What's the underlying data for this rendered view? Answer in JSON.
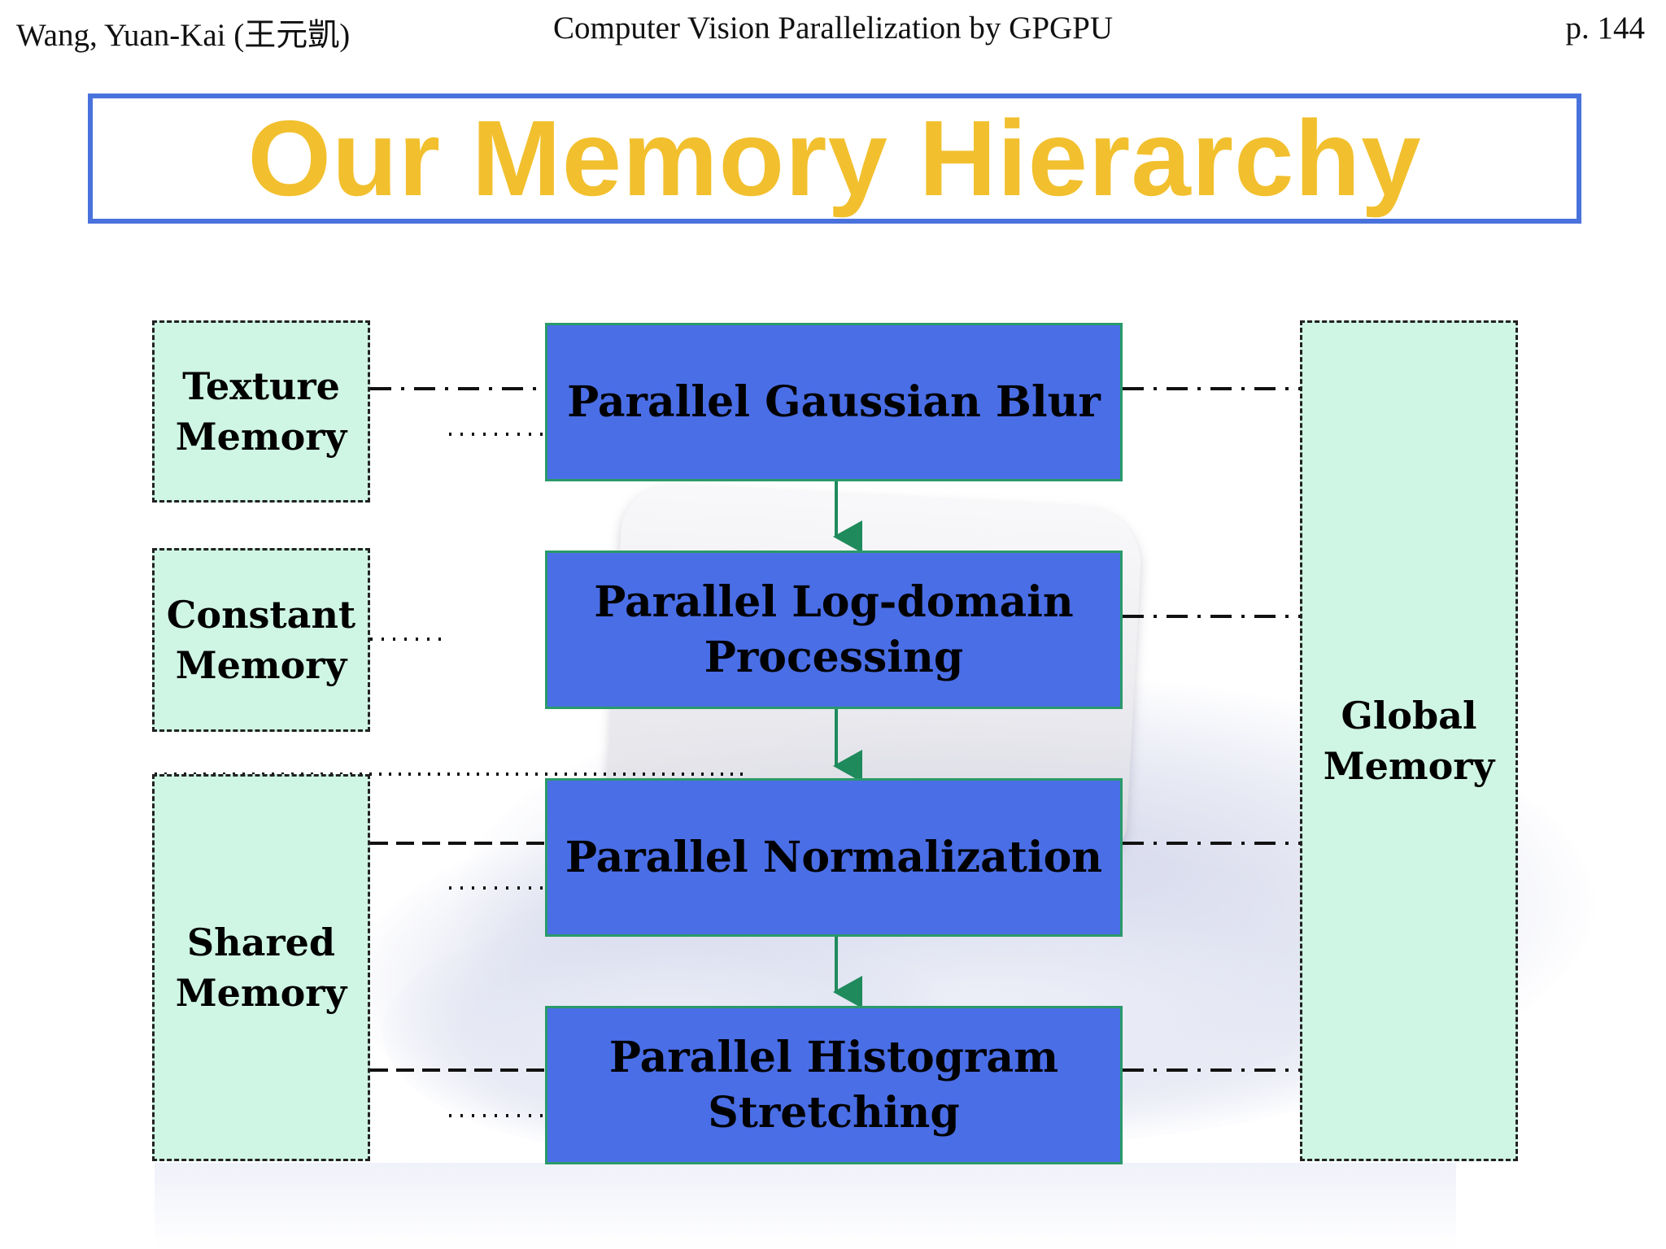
{
  "header": {
    "author": "Wang, Yuan-Kai (王元凱)",
    "course": "Computer Vision Parallelization by GPGPU",
    "page": "p. 144"
  },
  "title": "Our Memory Hierarchy",
  "memories": {
    "texture": {
      "line1": "Texture",
      "line2": "Memory"
    },
    "constant": {
      "line1": "Constant",
      "line2": "Memory"
    },
    "shared": {
      "line1": "Shared",
      "line2": "Memory"
    },
    "global": {
      "line1": "Global",
      "line2": "Memory"
    }
  },
  "stages": [
    {
      "line1": "Parallel Gaussian Blur",
      "line2": ""
    },
    {
      "line1": "Parallel Log-domain",
      "line2": "Processing"
    },
    {
      "line1": "Parallel Normalization",
      "line2": ""
    },
    {
      "line1": "Parallel Histogram",
      "line2": "Stretching"
    }
  ],
  "colors": {
    "title": "#f2c02e",
    "title_border": "#4a72dc",
    "stage_fill": "#4a6ee6",
    "memory_fill": "#cff5e4",
    "arrow": "#1f8a5c"
  }
}
